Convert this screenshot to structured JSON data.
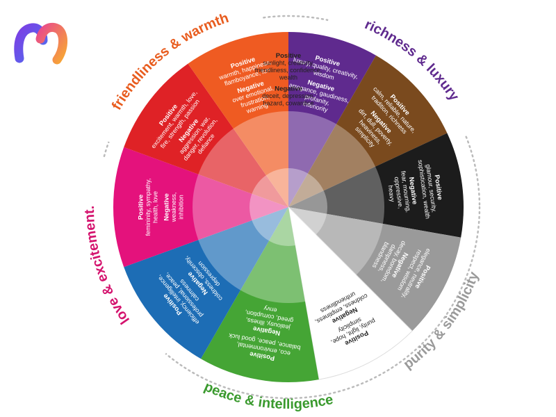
{
  "logo": {
    "icon": "m-logo-icon",
    "colors": [
      "#7b3fe4",
      "#e94b8a",
      "#f7a536"
    ]
  },
  "wheel": {
    "segments": [
      {
        "id": "purple",
        "color": "#5f2a8e",
        "text_color": "#ffffff",
        "positive_heading": "Positive",
        "positive": [
          "luxury, quality, creativity,",
          "wisdom"
        ],
        "negative_heading": "Negative",
        "negative": [
          "arrogance, gaudiness,",
          "profanity,",
          "inferiority"
        ]
      },
      {
        "id": "brown",
        "color": "#7a4a1e",
        "text_color": "#ffffff",
        "positive_heading": "Positive",
        "positive": [
          "calm, reliable, nature,",
          "tradition, richness"
        ],
        "negative_heading": "Negative",
        "negative": [
          "dirt, dull, poverty,",
          "heaviness,",
          "simplicity"
        ]
      },
      {
        "id": "black",
        "color": "#1c1c1c",
        "text_color": "#ffffff",
        "positive_heading": "Positive",
        "positive": [
          "glamour, security,",
          "sophistication, wealth"
        ],
        "negative_heading": "Negative",
        "negative": [
          "fear, mourning,",
          "oppressive,",
          "heavy"
        ]
      },
      {
        "id": "gray",
        "color": "#9a9a9a",
        "text_color": "#ffffff",
        "positive_heading": "Positive",
        "positive": [
          "elegance, neutrality,",
          "respect, wisdom"
        ],
        "negative_heading": "Negative",
        "negative": [
          "decay, boredom,",
          "dampness,",
          "blandness"
        ]
      },
      {
        "id": "white",
        "color": "#ffffff",
        "text_color": "#222222",
        "positive_heading": "Positive",
        "positive": [
          "purity, light, hope,",
          "simplicity"
        ],
        "negative_heading": "Negative",
        "negative": [
          "coldness, emptiness,",
          "unfriendliness"
        ]
      },
      {
        "id": "green",
        "color": "#45a535",
        "text_color": "#ffffff",
        "positive_heading": "Positive",
        "positive": [
          "eco, environmental,",
          "balance, peace, good luck"
        ],
        "negative_heading": "Negative",
        "negative": [
          "jealousy, illness,",
          "greed, corruption,",
          "envy"
        ]
      },
      {
        "id": "blue",
        "color": "#1d6db5",
        "text_color": "#ffffff",
        "positive_heading": "Positive",
        "positive": [
          "efficiency, intelligence,",
          "professional, peace,",
          "calmness"
        ],
        "negative_heading": "Negative",
        "negative": [
          "coldness, obscenity,",
          "depression"
        ]
      },
      {
        "id": "pink",
        "color": "#e4127c",
        "text_color": "#ffffff",
        "positive_heading": "Positive",
        "positive": [
          "femininity, sympathy,",
          "health, love"
        ],
        "negative_heading": "Negative",
        "negative": [
          "weakness,",
          "inhibition"
        ]
      },
      {
        "id": "red",
        "color": "#df2226",
        "text_color": "#ffffff",
        "positive_heading": "Positive",
        "positive": [
          "excitement, warmth, love,",
          "fire, strength, passion"
        ],
        "negative_heading": "Negative",
        "negative": [
          "aggression, war,",
          "danger, revolution,",
          "defiance"
        ]
      },
      {
        "id": "orange",
        "color": "#ef5b22",
        "text_color": "#ffffff",
        "positive_heading": "Positive",
        "positive": [
          "warmth, happiness,",
          "flamboyance, fun"
        ],
        "negative_heading": "Negative",
        "negative": [
          "over emotional,",
          "frustration,",
          "warning"
        ]
      },
      {
        "id": "yellow",
        "color": "#fcd60b",
        "text_color": "#222222",
        "positive_heading": "Positive",
        "positive": [
          "sunlight, creativity,",
          "friendliness, confidence,",
          "wealth"
        ],
        "negative_heading": "Negative",
        "negative": [
          "deceit, depression,",
          "hazard, cowardice"
        ]
      }
    ],
    "groups": [
      {
        "id": "richness",
        "label": "richness & luxury",
        "color": "#5f2a8e"
      },
      {
        "id": "purity",
        "label": "purity & simplicity",
        "color": "#9a9a9a"
      },
      {
        "id": "peace",
        "label": "peace & intelligence",
        "color": "#3a9a2e"
      },
      {
        "id": "love",
        "label": "love & excitement.",
        "color": "#d4136e"
      },
      {
        "id": "friendliness",
        "label": "friendliness & warmth",
        "color": "#e85c1e"
      }
    ]
  }
}
